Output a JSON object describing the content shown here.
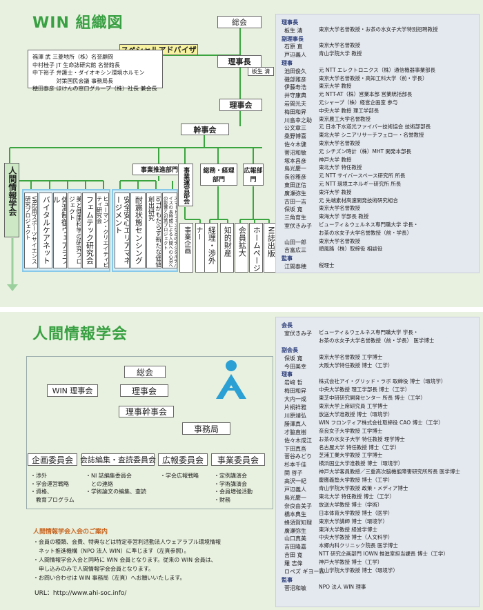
{
  "win": {
    "title": "WIN 組織図",
    "top": "総会",
    "chair": "理事長",
    "chair_name": "板生 清",
    "special_advisor": "スペシャルアドバイザ",
    "advisors": [
      "福澤 武 三菱地所（株）名誉顧問",
      "中村桂子 JT 生命誌研究館 名誉館長",
      "中下裕子 弁護士・ダイオキシン環境ホルモン",
      "　　　　 対策国民会議 事務局長",
      "穂田泰彦 ほけんの窓口グループ（株）社長 兼会長"
    ],
    "board": "理事会",
    "exec": "幹事会",
    "section": "人間情報学会",
    "dept_promo": "事業推進部門",
    "dept_ops": "事業運営部会",
    "dept_admin": "総務・経理部門",
    "dept_pr": "広報部門",
    "projects": [
      "VR応用スポーツサイエンス研究プロジェクト",
      "バイタルケアネット",
      "体温制御ウェアラブル",
      "美と健康科学の研究プロジェクト",
      "フェムテック研究会",
      "ヒューマン・クリエイティビティ研究会",
      "安全安心エリアマネージメント",
      "耐震状態センシング",
      "IoTがもたらす新たな価値創出研究",
      "スマートフォンなどのデジタルデバイスの長時間による人間への心身への影響と対策プロジェクト"
    ],
    "ops_units": [
      "事業企画",
      "定例会・セミナー"
    ],
    "admin_units": [
      "経理・渉外",
      "知的財産"
    ],
    "pr_units": [
      "会員拡大",
      "ホームページ",
      "NI誌出版"
    ]
  },
  "win_roster": [
    {
      "section": "理事長"
    },
    {
      "name": "板生 清",
      "affil": "東京大学名誉教授・お茶の水女子大学特別招聘教授"
    },
    {
      "section": "副理事長"
    },
    {
      "name": "石原 直",
      "affil": "東京大学名誉教授"
    },
    {
      "name": "戸辺義人",
      "affil": "青山学院大学 教授"
    },
    {
      "section": "理事"
    },
    {
      "name": "池田俊久",
      "affil": "元 NTT エレクトロニクス（株）通信機器事業部長"
    },
    {
      "name": "磯部雅彦",
      "affil": "東京大学名誉教授・高知工科大学（前・学長）"
    },
    {
      "name": "伊藤寿浩",
      "affil": "東京大学 教授"
    },
    {
      "name": "井守康典",
      "affil": "元 NTT-AT（株）営業本部 営業統括部長"
    },
    {
      "name": "岩間光夫",
      "affil": "元シャープ（株）経営企画室 参与"
    },
    {
      "name": "梅田和昇",
      "affil": "中央大学 教授 理工学部長"
    },
    {
      "name": "川島幸之助",
      "affil": "東京農工大学名誉教授"
    },
    {
      "name": "公文章三",
      "affil": "元 日本下水道光ファイバー技術協会 技術部部長"
    },
    {
      "name": "桑野博喜",
      "affil": "東北大学 シニアリサーチフェロー・名誉教授"
    },
    {
      "name": "佐々木健",
      "affil": "東京大学名誉教授"
    },
    {
      "name": "菅沼和敏",
      "affil": "元 シチズン時計（株）MHT 開発本部長"
    },
    {
      "name": "塚本昌彦",
      "affil": "神戸大学 教授"
    },
    {
      "name": "鳥光慶一",
      "affil": "東北大学 特任教授"
    },
    {
      "name": "長谷雅彦",
      "affil": "元 NTT サイバースペース研究所 所長"
    },
    {
      "name": "東田正信",
      "affil": "元 NTT 環境エネルギー研究所 所長"
    },
    {
      "name": "廣瀬弥生",
      "affil": "東洋大学 教授"
    },
    {
      "name": "古田一吉",
      "affil": "元 先端素材高速開発技術研究組合"
    },
    {
      "name": "保坂 寛",
      "affil": "東京大学名誉教授"
    },
    {
      "name": "三角育生",
      "affil": "東海大学 学部長 教授"
    },
    {
      "name": "室伏きみ子",
      "affil": "ビューティ＆ウェルネス専門職大学 学長・"
    },
    {
      "name": "",
      "affil": "お茶の水女子大学名誉教授（前・学長）"
    },
    {
      "name": "山田一郎",
      "affil": "東京大学名誉教授"
    },
    {
      "name": "吉富広三",
      "affil": "順風路（株）取締役 相談役"
    },
    {
      "section": "監事"
    },
    {
      "name": "江間泰穂",
      "affil": "税理士"
    }
  ],
  "ahi": {
    "title": "人間情報学会",
    "top": "総会",
    "win_board": "WIN 理事会",
    "board": "理事会",
    "exec": "理事幹事会",
    "office": "事務局",
    "committees": [
      {
        "name": "企画委員会",
        "items": [
          "・渉外",
          "・学会運営戦略",
          "・資格、",
          "　教育プログラム"
        ]
      },
      {
        "name": "会誌編集・査読委員会",
        "items": [
          "・NI 誌編集委員会",
          "　との連絡",
          "・学術論文の編集、査読"
        ]
      },
      {
        "name": "広報委員会",
        "items": [
          "・学会広報戦略"
        ]
      },
      {
        "name": "事業委員会",
        "items": [
          "・定例講演会",
          "・学術講演会",
          "・会員増強活動",
          "・財務"
        ]
      }
    ],
    "guide_title": "人間情報学会入会のご案内",
    "guide": [
      "・会員の種類、会費、特典などは特定非営利活動法人ウェアラブル環境情報",
      "　ネット推進機構（NPO 法人 WIN）に準じます（左頁参照）。",
      "・人間情報学会入会と同時に WIN 会員となります。従来の WIN 会員は、",
      "　申し込みのみで人間情報学会会員となります。",
      "・お問い合わせは WIN 事務局（左頁）へお願いいたします。"
    ],
    "url": "URL：http://www.ahi-soc.info/"
  },
  "ahi_roster": [
    {
      "section": "会長"
    },
    {
      "name": "室伏きみ子",
      "affil": "ビューティ＆ウェルネス専門職大学 学長・"
    },
    {
      "name": "",
      "affil": "お茶の水女子大学名誉教授（前・学長） 医学博士"
    },
    {
      "section": "副会長"
    },
    {
      "name": "保坂 寛",
      "affil": "東京大学名誉教授 工学博士"
    },
    {
      "name": "今田美幸",
      "affil": "大阪大学特任教授 博士（工学）"
    },
    {
      "section": "理事"
    },
    {
      "name": "岩﨑 哲",
      "affil": "株式会社アイ・グリッド・ラボ 取締役 博士（環境学）"
    },
    {
      "name": "梅田和昇",
      "affil": "中央大学教授 理工学部長 博士（工学）"
    },
    {
      "name": "大内一成",
      "affil": "東芝中研研究開発センター 所長 博士（工学）"
    },
    {
      "name": "片桐祥雅",
      "affil": "東京大学上席研究員 工学博士"
    },
    {
      "name": "川原靖弘",
      "affil": "放送大学准教授 博士（環境学）"
    },
    {
      "name": "勝澤真人",
      "affil": "WIN フロンティア株式会社取締役 CAO 博士（工学）"
    },
    {
      "name": "才脇直樹",
      "affil": "奈良女子大学教授 工学博士"
    },
    {
      "name": "佐々木成江",
      "affil": "お茶の水女子大学 特任教授 理学博士"
    },
    {
      "name": "下田真吾",
      "affil": "名古屋大学 特任教授 博士（工学）"
    },
    {
      "name": "菅谷みどり",
      "affil": "芝浦工業大学教授 工学博士"
    },
    {
      "name": "杉本千佳",
      "affil": "横浜国立大学准教授 博士（環境学）"
    },
    {
      "name": "関 啓子",
      "affil": "神戸大学客員教授／三重高次脳機能障害研究所所長 医学博士"
    },
    {
      "name": "高沢一紀",
      "affil": "慶應義塾大学教授 博士（工学）"
    },
    {
      "name": "戸辺義人",
      "affil": "青山学院大学教授 政策・メディア博士"
    },
    {
      "name": "鳥光慶一",
      "affil": "東北大学 特任教授 博士（工学）"
    },
    {
      "name": "奈良由美子",
      "affil": "放送大学教授 博士（学術）"
    },
    {
      "name": "橋本典生",
      "affil": "日本体育大学教授 博士（医学）"
    },
    {
      "name": "蜂須賀知理",
      "affil": "東京大学講師 博士（環境学）"
    },
    {
      "name": "廣瀬弥生",
      "affil": "東洋大学教授 経営学博士"
    },
    {
      "name": "山口真美",
      "affil": "中央大学教授 博士（人文科学）"
    },
    {
      "name": "吉田隆嘉",
      "affil": "本郷内科クリニック院長 医学博士"
    },
    {
      "name": "吉田 寛",
      "affil": "NTT 研究企画部門 IOWN 推進室担当課長 博士（工学）"
    },
    {
      "name": "羅 志偉",
      "affil": "神戸大学教授 博士（工学）"
    },
    {
      "name": "ロペズ ギヨーム",
      "affil": "青山学院大学教授 博士（環境学）"
    },
    {
      "section": "監事"
    },
    {
      "name": "菅沼和敏",
      "affil": "NPO 法人 WIN 理事"
    }
  ]
}
